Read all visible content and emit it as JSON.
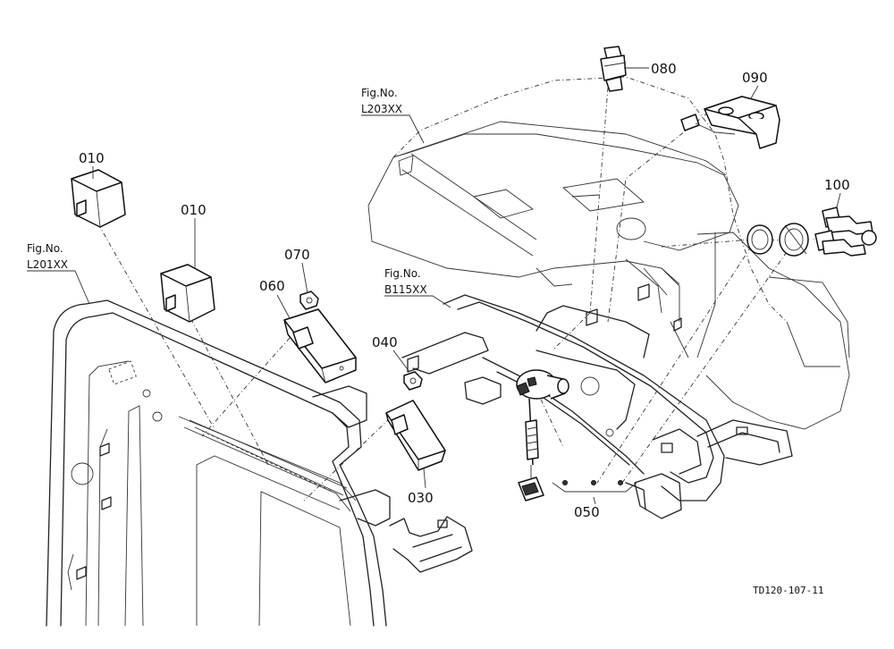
{
  "labels": {
    "p010a": "010",
    "p010b": "010",
    "p070": "070",
    "p060": "060",
    "p040": "040",
    "p030": "030",
    "p050": "050",
    "p080": "080",
    "p090": "090",
    "p100": "100"
  },
  "figrefs": {
    "l203_title": "Fig.No.",
    "l203_code": "L203XX",
    "l201_title": "Fig.No.",
    "l201_code": "L201XX",
    "b115_title": "Fig.No.",
    "b115_code": "B115XX"
  },
  "drawing_code": "TD120-107-11"
}
